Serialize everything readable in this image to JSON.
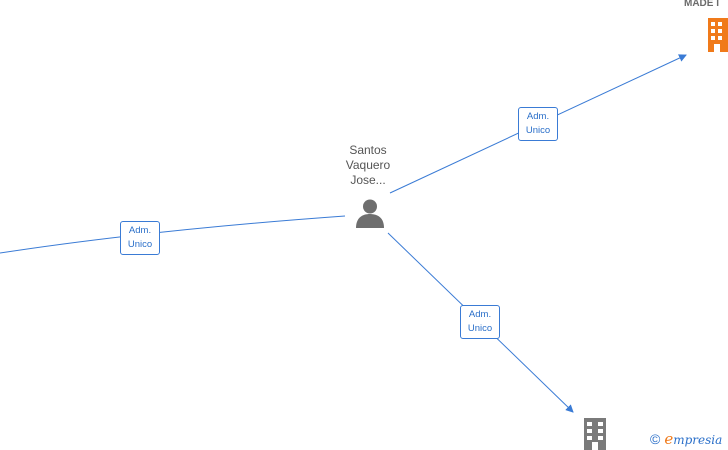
{
  "colors": {
    "edge": "#3a7bd5",
    "label_text": "#2a6fc9",
    "person_icon": "#6e6e6e",
    "company_active": "#f07a1a",
    "company_inactive": "#7a7a7a",
    "brand_blue": "#2a6fc9",
    "brand_orange": "#f07a1a"
  },
  "nodes": {
    "person": {
      "name_lines": [
        "Santos",
        "Vaquero",
        "Jose..."
      ],
      "icon": "person-icon"
    },
    "company_top": {
      "label": "MADE I",
      "icon": "building-icon"
    },
    "company_bottom": {
      "icon": "building-icon"
    }
  },
  "edges": {
    "left": {
      "label_line1": "Adm.",
      "label_line2": "Unico"
    },
    "top_right": {
      "label_line1": "Adm.",
      "label_line2": "Unico"
    },
    "bottom_right": {
      "label_line1": "Adm.",
      "label_line2": "Unico"
    }
  },
  "footer": {
    "copyright_symbol": "©",
    "brand_initial": "e",
    "brand_rest": "mpresia"
  }
}
